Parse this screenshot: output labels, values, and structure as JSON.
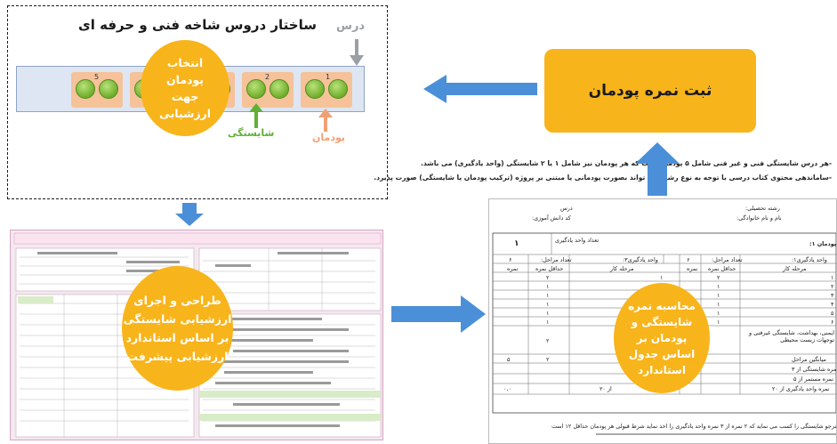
{
  "panel": {
    "title": "ساختار دروس شاخه فنی و حرفه ای",
    "lesson_label": "درس",
    "module_numbers": [
      "1",
      "2",
      "5"
    ],
    "select_bubble": "انتخاب\nپودمان\nجهت\nارزشیابی",
    "skill_label": "شایستگی",
    "module_label": "پودمان",
    "note1": "-هر درس شایستگی فنی و غیر فنی شامل ۵ پودمان است که هر پودمان نیز شامل ۱ یا ۲ شایستگی (واحد یادگیری) می باشد.",
    "note2": "-ساماندهی محتوی کتاب درسی با توجه به نوع رشته می تواند بصورت پودمانی یا مبتنی بر پروژه (ترکیب پودمان یا شایستگی) صورت پذیرد."
  },
  "record_box": {
    "label": "ثبت نمره پودمان"
  },
  "design_bubble": {
    "label": "طراحی و اجرای\nارزشیابی شایستگی\nبر اساس استاندارد\nارزشیابی پیشرفت"
  },
  "calc_bubble": {
    "label": "محاسبه نمره\nشایستگی و\nپودمان بر\nاساس جدول\nاستاندارد"
  },
  "score_sheet": {
    "field_course": "درس",
    "field_school_code": "کد دانش آموزی:",
    "field_major": "رشته تحصیلی:",
    "field_name": "نام و نام خانوادگی:",
    "module_title": "پودمان ۱:",
    "unit_count_label": "تعداد واحد یادگیری",
    "unit_count_value": "۱",
    "unit1": "واحد یادگیری۱:",
    "unit2": "واحد یادگیری۳:",
    "stage_count": "تعداد مراحل:",
    "stage_count_value": "۶",
    "col_step": "مرحله کار",
    "col_min": "حداقل نمره",
    "col_score": "نمره",
    "steps": [
      "۱",
      "۲",
      "۳",
      "۴",
      "۵",
      "۶"
    ],
    "min_scores": [
      "۲",
      "۱",
      "۱",
      "۱",
      "۱",
      "۱"
    ],
    "safety_row": "ایمنی، بهداشت، شایستگی غیرفنی و توجهات زیست محیطی",
    "avg_row": "میانگین مراحل",
    "score3_row": "نمره شایستگی از ۳",
    "cont_row": "نمره مستمر از ۵",
    "unit_score_row": "نمره واحد یادگیری از ۲۰",
    "total_label": "از ۲۰",
    "avg_value": "۲",
    "left_total": "۰,۰",
    "footer": "هنرجو شایستگی را کسب می نماید که ۲ نمره از ۳ نمره واحد یادگیری را اخذ نماید شرط قبولی هر پودمان حداقل ۱۲ است"
  }
}
